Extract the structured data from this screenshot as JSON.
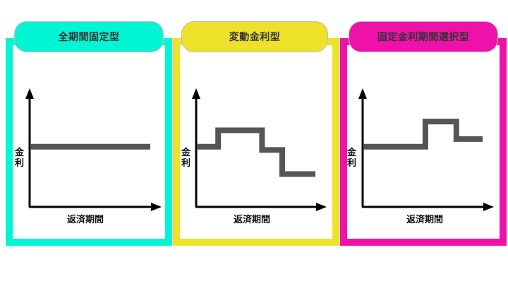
{
  "colors": {
    "panel1": "#00f5d4",
    "panel2": "#ede12a",
    "panel3": "#ee11aa",
    "axis": "#000000",
    "rate_line": "#555555"
  },
  "panels": [
    {
      "title": "全期間固定型",
      "y_label_top": "金",
      "y_label_bottom": "利",
      "x_label": "返済期間"
    },
    {
      "title": "変動金利型",
      "y_label_top": "金",
      "y_label_bottom": "利",
      "x_label": "返済期間"
    },
    {
      "title": "固定金利期間選択型",
      "y_label_top": "金",
      "y_label_bottom": "利",
      "x_label": "返済期間"
    }
  ],
  "chart_data": [
    {
      "type": "line",
      "title": "全期間固定型",
      "xlabel": "返済期間",
      "ylabel": "金利",
      "x": [
        0,
        1
      ],
      "y": [
        0.55,
        0.55
      ],
      "grid": false
    },
    {
      "type": "line",
      "title": "変動金利型",
      "xlabel": "返済期間",
      "ylabel": "金利",
      "x": [
        0,
        0.18,
        0.18,
        0.55,
        0.55,
        0.72,
        0.72,
        1
      ],
      "y": [
        0.55,
        0.55,
        0.7,
        0.7,
        0.52,
        0.52,
        0.3,
        0.3
      ],
      "grid": false
    },
    {
      "type": "line",
      "title": "固定金利期間選択型",
      "xlabel": "返済期間",
      "ylabel": "金利",
      "x": [
        0,
        0.52,
        0.52,
        0.78,
        0.78,
        1
      ],
      "y": [
        0.55,
        0.55,
        0.78,
        0.78,
        0.62,
        0.62
      ],
      "grid": false
    }
  ]
}
